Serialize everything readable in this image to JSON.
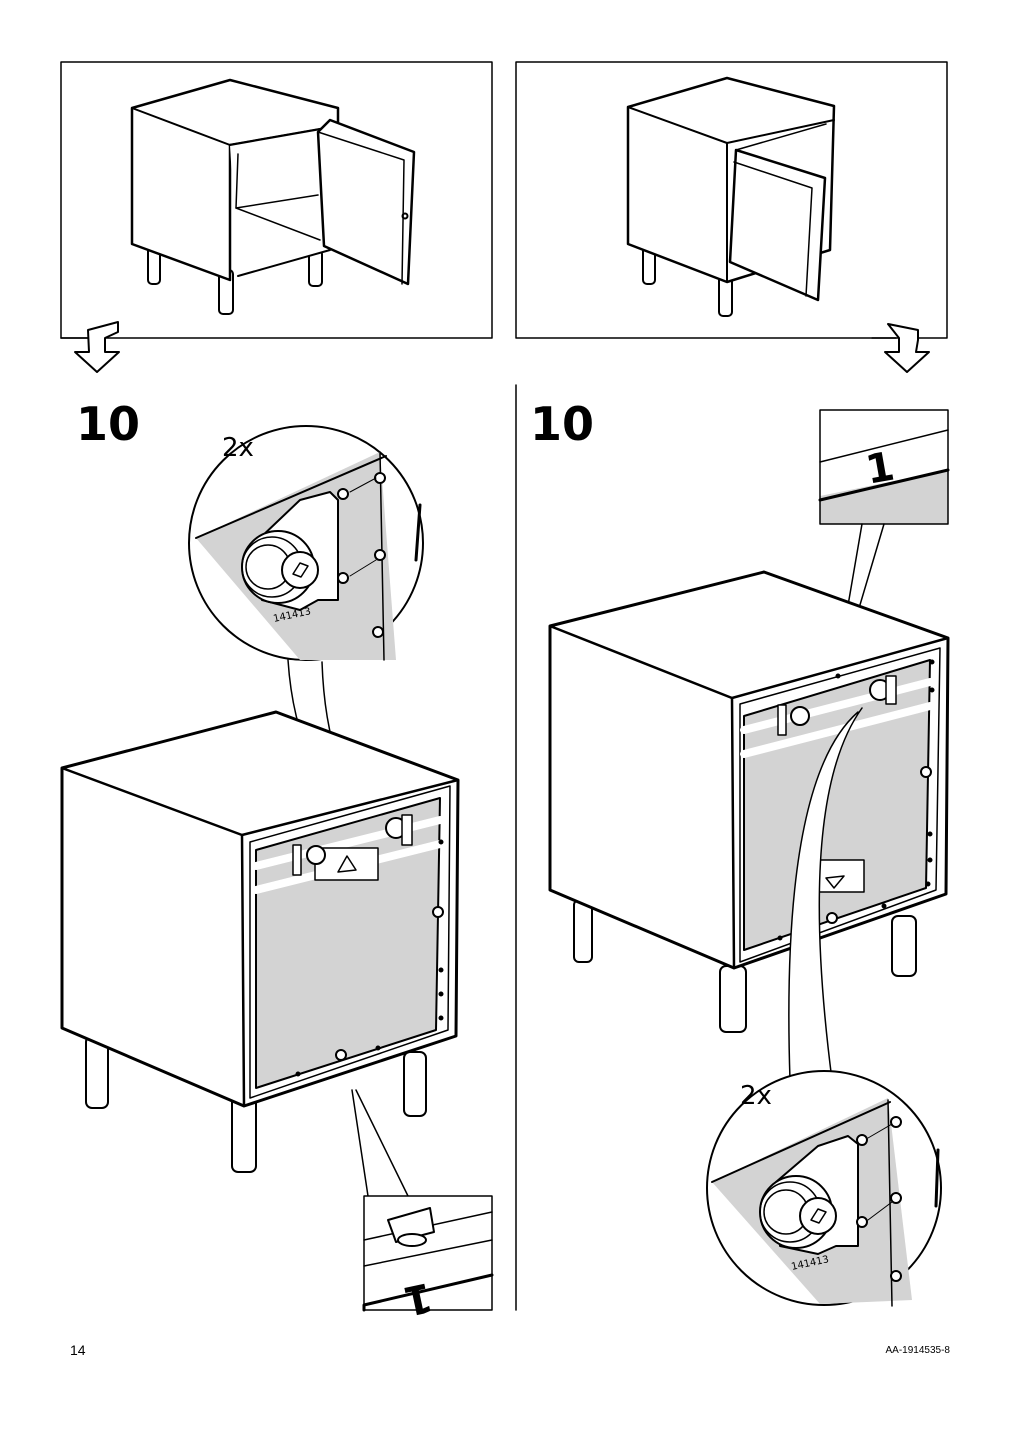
{
  "steps": {
    "left": "10",
    "right": "10"
  },
  "callouts": {
    "left_quantity": "2x",
    "left_part_number": "141413",
    "left_label_digit": "1",
    "right_label_digit": "1",
    "right_quantity": "2x",
    "right_part_number": "141413"
  },
  "footer": {
    "page_number": "14",
    "doc_code": "AA-1914535-8"
  },
  "colors": {
    "ink": "#000000",
    "panel_gray": "#d3d3d3",
    "paper": "#ffffff"
  },
  "icons": [
    "down-arrow-icon",
    "warning-label-icon"
  ]
}
